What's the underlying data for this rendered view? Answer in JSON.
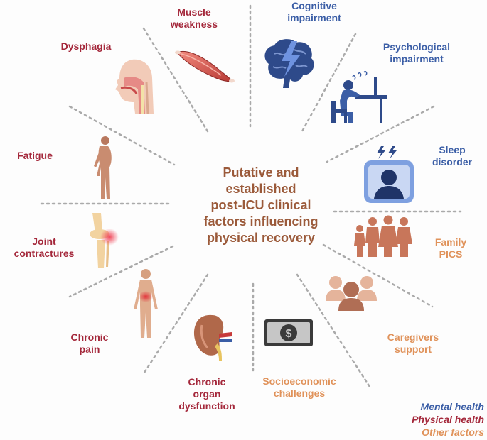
{
  "center_title": [
    "Putative and",
    "established",
    "post-ICU clinical",
    "factors influencing",
    "physical recovery"
  ],
  "factors": {
    "muscle_weakness": [
      "Muscle",
      "weakness"
    ],
    "cognitive_impairment": [
      "Cognitive",
      "impairment"
    ],
    "psychological_impairment": [
      "Psychological",
      "impairment"
    ],
    "sleep_disorder": [
      "Sleep",
      "disorder"
    ],
    "family_pics": [
      "Family",
      "PICS"
    ],
    "caregivers_support": [
      "Caregivers",
      "support"
    ],
    "socioeconomic_challenges": [
      "Socioeconomic",
      "challenges"
    ],
    "chronic_organ_dysfunction": [
      "Chronic",
      "organ",
      "dysfunction"
    ],
    "chronic_pain": [
      "Chronic",
      "pain"
    ],
    "joint_contractures": [
      "Joint",
      "contractures"
    ],
    "fatigue": [
      "Fatigue"
    ],
    "dysphagia": [
      "Dysphagia"
    ]
  },
  "legend": {
    "mental": "Mental health",
    "physical": "Physical health",
    "other": "Other factors"
  },
  "icons": {
    "money_symbol": "$"
  },
  "colors": {
    "physical_health": "#a4283b",
    "mental_health": "#3b5ea6",
    "other_factors": "#e0925a",
    "center_text": "#9b5a3a",
    "divider": "#aaaaaa"
  }
}
